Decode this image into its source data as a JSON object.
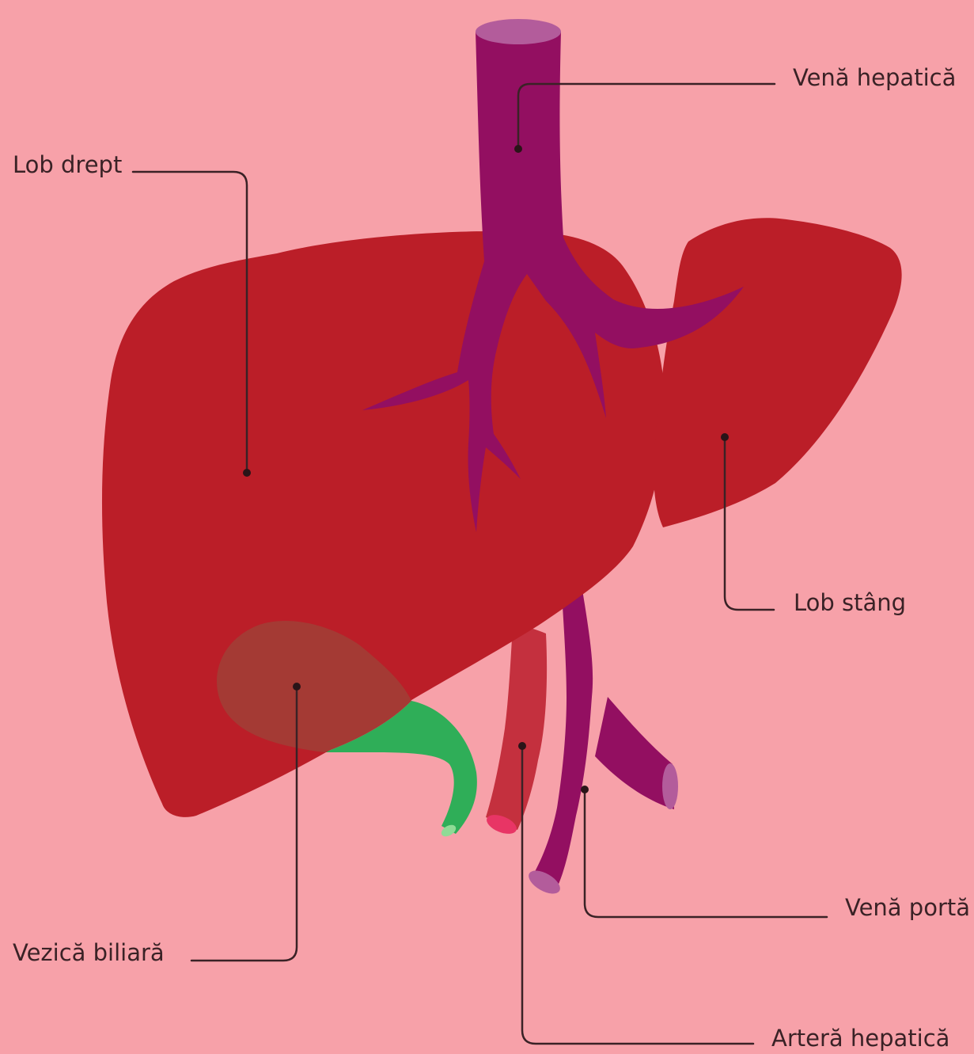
{
  "labels": {
    "vena_hepatica": "Venă hepatică",
    "lob_drept": "Lob drept",
    "lob_stang": "Lob stâng",
    "vezica_biliara": "Vezică biliară",
    "vena_porta": "Venă portă",
    "artera_hepatica": "Arteră hepatică"
  },
  "colors": {
    "background": "#f7a1a9",
    "liver": "#bb1e28",
    "vein": "#930f61",
    "vein_cap": "#b35c9b",
    "artery": "#c4303e",
    "artery_cap": "#e83565",
    "gallbladder": "#a43a34",
    "bile_duct": "#2fae58",
    "bile_duct_cap": "#8fdb96"
  }
}
